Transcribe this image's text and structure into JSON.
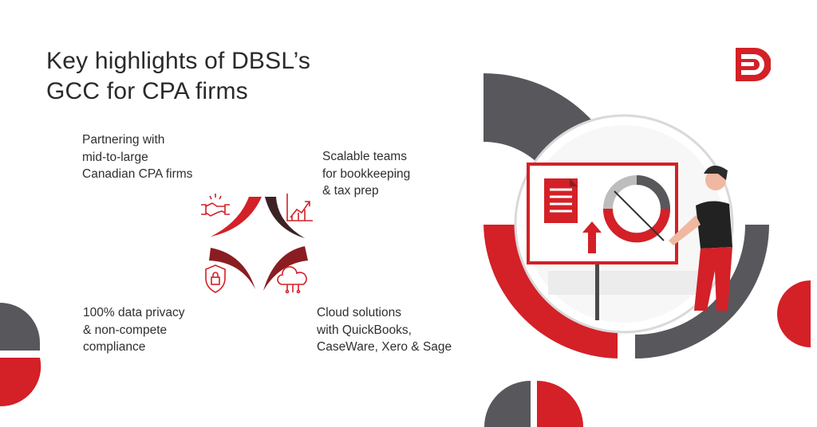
{
  "title": {
    "line1": "Key highlights of DBSL’s",
    "line2": "GCC for CPA firms"
  },
  "features": [
    {
      "icon": "handshake-icon",
      "lines": [
        "Partnering with",
        "mid-to-large",
        "Canadian CPA firms"
      ]
    },
    {
      "icon": "growth-chart-icon",
      "lines": [
        "Scalable teams",
        "for bookkeeping",
        "& tax prep"
      ]
    },
    {
      "icon": "shield-lock-icon",
      "lines": [
        "100% data privacy",
        "& non-compete",
        "compliance"
      ]
    },
    {
      "icon": "cloud-icon",
      "lines": [
        "Cloud solutions",
        "with QuickBooks,",
        "CaseWare, Xero & Sage"
      ]
    }
  ],
  "colors": {
    "brand_red": "#d42027",
    "dark_red": "#8a1d22",
    "charcoal": "#58575c",
    "dark_brown": "#3d2224"
  },
  "logo": {
    "icon": "dbsl-logo-icon"
  }
}
